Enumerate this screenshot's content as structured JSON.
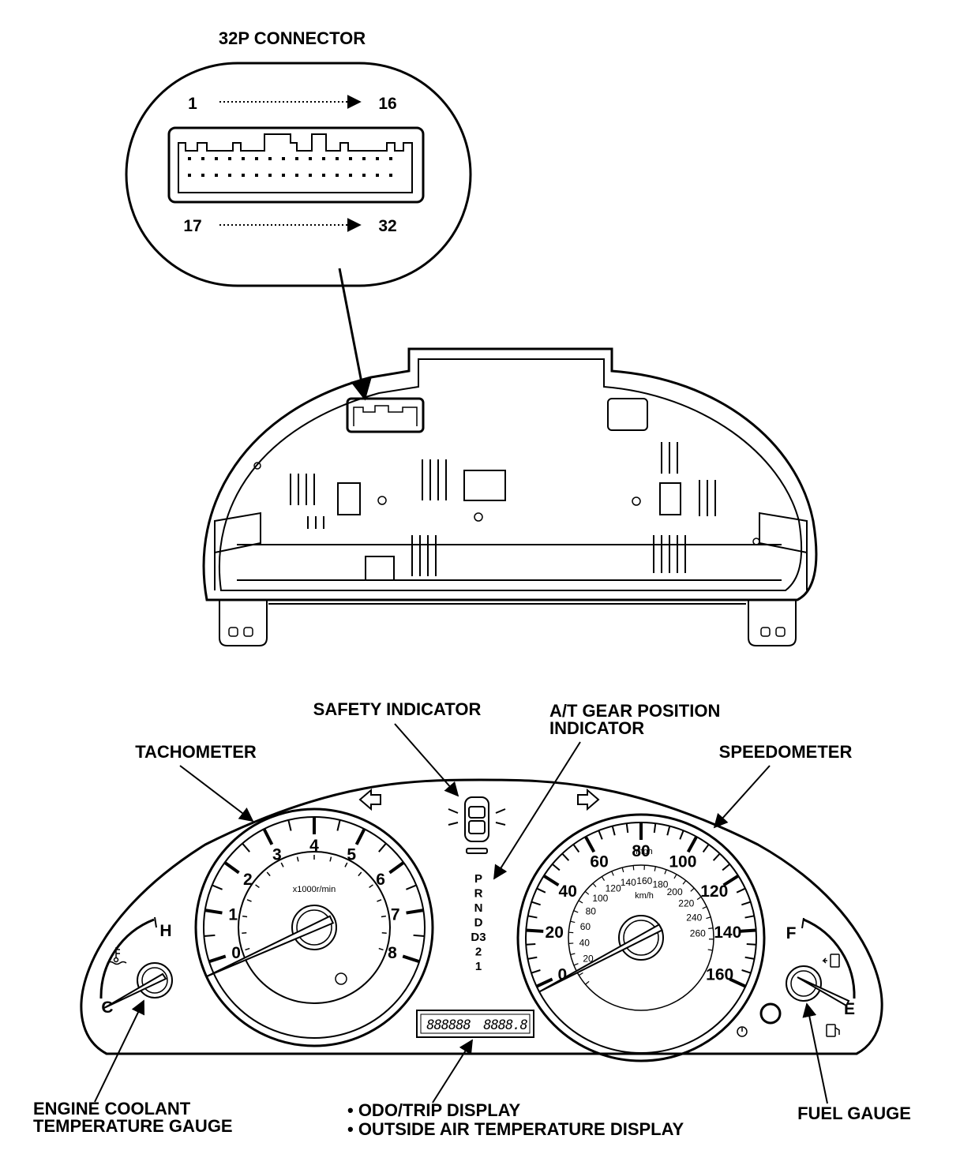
{
  "connector": {
    "title": "32P CONNECTOR",
    "pin_first_top": "1",
    "pin_last_top": "16",
    "pin_first_bottom": "17",
    "pin_last_bottom": "32"
  },
  "labels": {
    "safety_indicator": "SAFETY INDICATOR",
    "gear_indicator_line1": "A/T GEAR POSITION",
    "gear_indicator_line2": "INDICATOR",
    "tachometer": "TACHOMETER",
    "speedometer": "SPEEDOMETER",
    "coolant_line1": "ENGINE COOLANT",
    "coolant_line2": "TEMPERATURE GAUGE",
    "odo_line1": "• ODO/TRIP DISPLAY",
    "odo_line2": "• OUTSIDE AIR TEMPERATURE DISPLAY",
    "fuel_gauge": "FUEL GAUGE"
  },
  "tachometer": {
    "numerals": [
      "0",
      "1",
      "2",
      "3",
      "4",
      "5",
      "6",
      "7",
      "8"
    ],
    "unit": "x1000r/min"
  },
  "speedometer": {
    "mph_numerals": [
      "0",
      "20",
      "40",
      "60",
      "80",
      "100",
      "120",
      "140",
      "160"
    ],
    "mph_unit": "mph",
    "kmh_numerals": [
      "20",
      "40",
      "60",
      "80",
      "100",
      "120",
      "140",
      "160",
      "180",
      "200",
      "220",
      "240",
      "260"
    ],
    "kmh_unit": "km/h"
  },
  "gear_positions": [
    "P",
    "R",
    "N",
    "D",
    "D3",
    "2",
    "1"
  ],
  "temp_gauge": {
    "hot": "H",
    "cold": "C"
  },
  "fuel": {
    "full": "F",
    "empty": "E"
  },
  "odo_display": {
    "left": "888888",
    "right": "8888.8"
  }
}
